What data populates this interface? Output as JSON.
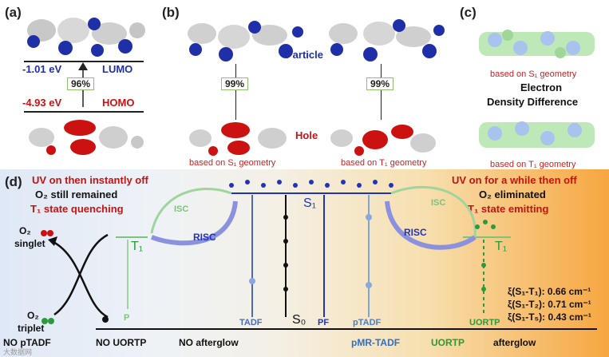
{
  "panel_labels": {
    "a": "(a)",
    "b": "(b)",
    "c": "(c)",
    "d": "(d)"
  },
  "panel_a": {
    "lumo_energy": "-1.01 eV",
    "lumo_label": "LUMO",
    "homo_energy": "-4.93 eV",
    "homo_label": "HOMO",
    "transition_percent": "96%"
  },
  "panel_b": {
    "particle_label": "Particle",
    "hole_label": "Hole",
    "left_percent": "99%",
    "right_percent": "99%",
    "left_caption": "based on S₁ geometry",
    "right_caption": "based on T₁ geometry"
  },
  "panel_c": {
    "top_caption": "based on S₁ geometry",
    "title_line1": "Electron",
    "title_line2": "Density Difference",
    "bottom_caption": "based on T₁ geometry"
  },
  "panel_d": {
    "left_title_1": "UV on then instantly off",
    "left_title_2": "O₂ still remained",
    "left_title_3": "T₁ state quenching",
    "right_title_1": "UV on for a while then off",
    "right_title_2": "O₂ eliminated",
    "right_title_3": "T₁ state emitting",
    "o2_singlet_1": "O₂",
    "o2_singlet_2": "singlet",
    "o2_triplet_1": "O₂",
    "o2_triplet_2": "triplet",
    "isc_left": "ISC",
    "isc_right": "ISC",
    "risc_left": "RISC",
    "risc_right": "RISC",
    "s1": "S₁",
    "s0": "S₀",
    "t1_left": "T₁",
    "t1_right": "T₁",
    "p": "P",
    "tadf": "TADF",
    "pf": "PF",
    "ptadf": "pTADF",
    "uortp_arrow": "UORTP",
    "soc_1": "ξ(S₁-T₁): 0.66 cm⁻¹",
    "soc_2": "ξ(S₁-T₂): 0.71 cm⁻¹",
    "soc_3": "ξ(S₁-T₅): 0.43 cm⁻¹",
    "bottom_no_ptadf": "NO pTADF",
    "bottom_no_uortp": "NO UORTP",
    "bottom_no_afterglow": "NO afterglow",
    "bottom_pmr_tadf": "pMR-TADF",
    "bottom_uortp": "UORTP",
    "bottom_afterglow": "afterglow",
    "watermark": "大数据网"
  },
  "colors": {
    "lumo_blue": "#1f2fa8",
    "homo_red": "#cc1111",
    "isc_green": "#7cc47c",
    "risc_blue": "#6f78d8",
    "s1_blue": "#2233bb"
  }
}
